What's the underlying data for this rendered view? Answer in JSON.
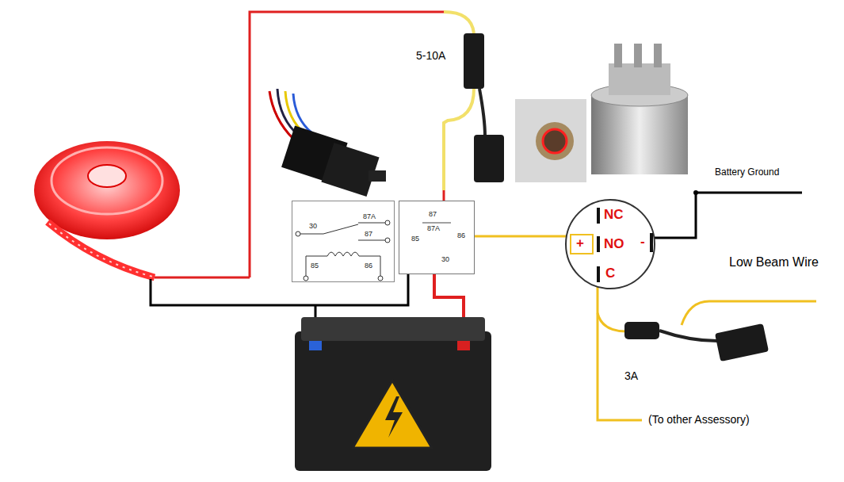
{
  "diagram": {
    "nodes": [
      {
        "text": [
          "30",
          "87A",
          "87",
          "85",
          "86"
        ]
      },
      {
        "text": [
          "87",
          "87A",
          "85",
          "86",
          "30"
        ]
      },
      {
        "text": [
          "NC",
          "+",
          "NO",
          "-",
          "C"
        ]
      }
    ],
    "edges": [
      {
        "from": 1,
        "to": 2,
        "arrow": "none"
      }
    ],
    "labels": [
      "5-10A",
      "Battery Ground",
      "Low Beam Wire",
      "3A",
      "(To other Assessory)"
    ]
  }
}
